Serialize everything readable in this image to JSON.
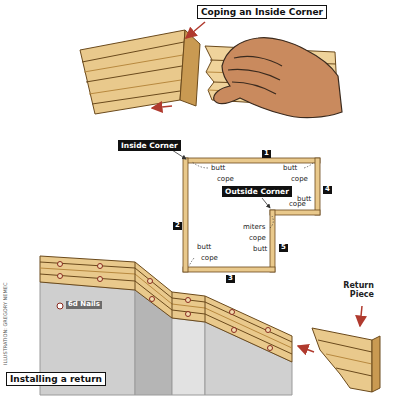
{
  "diagram": {
    "nodes": [
      {
        "text": [
          "Coping an Inside Corner"
        ]
      },
      {
        "text": [
          "Inside Corner"
        ]
      },
      {
        "text": [
          "Outside Corner"
        ]
      },
      {
        "text": [
          "Installing a return"
        ]
      }
    ],
    "labels": [
      "1",
      "butt",
      "cope",
      "butt",
      "cope",
      "4",
      "butt",
      "cope",
      "2",
      "miters",
      "cope",
      "butt",
      "5",
      "butt",
      "cope",
      "3",
      "Return Piece",
      "6d Nails",
      "ILLUSTRATION: GREGORY NEMEC"
    ]
  }
}
